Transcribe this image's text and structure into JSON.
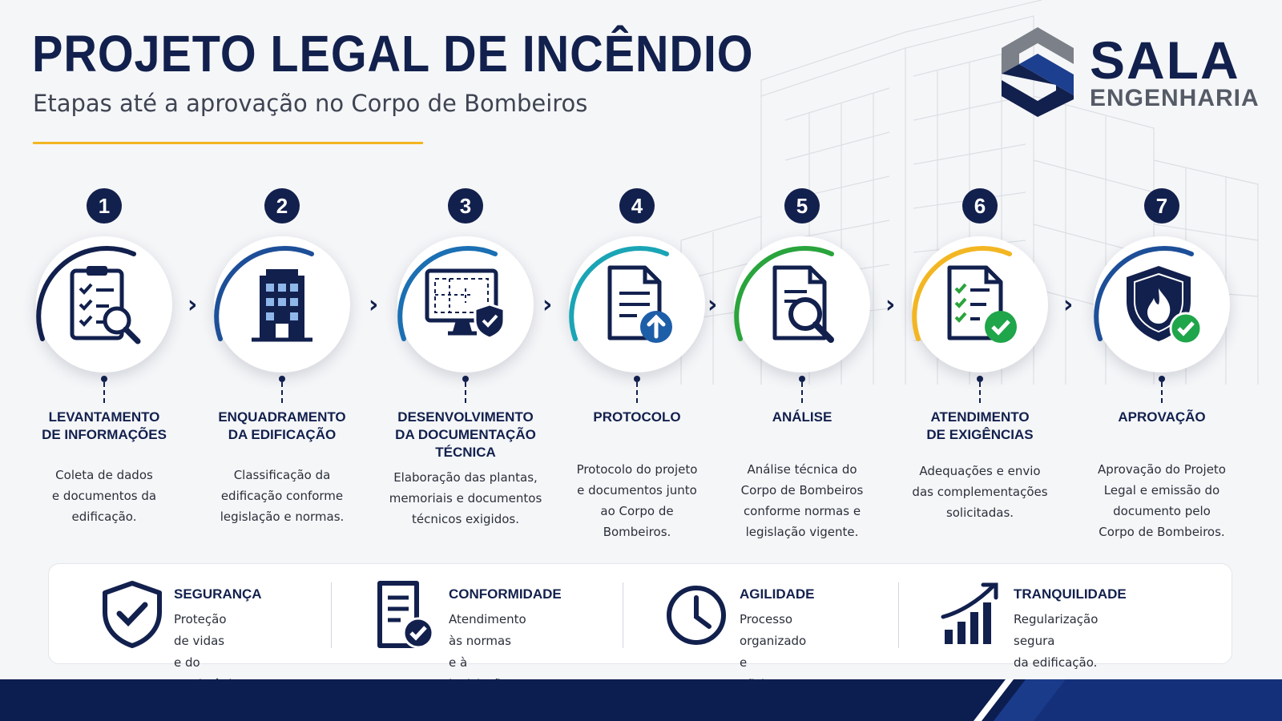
{
  "header": {
    "title": "PROJETO LEGAL DE INCÊNDIO",
    "subtitle": "Etapas até a aprovação no Corpo de Bombeiros"
  },
  "logo": {
    "name": "SALA",
    "sub": "ENGENHARIA"
  },
  "colors": {
    "navy": "#12204d",
    "accent_yellow": "#f3b623",
    "green_check": "#1fa54a",
    "teal": "#1aa5b5",
    "blue": "#1d5ea8",
    "green": "#2aa43c"
  },
  "steps": [
    {
      "number": "1",
      "title": "LEVANTAMENTO\nDE INFORMAÇÕES",
      "description": "Coleta de dados\ne documentos da\nedificação.",
      "icon": "clipboard-search-icon",
      "arc_color": "#12204d"
    },
    {
      "number": "2",
      "title": "ENQUADRAMENTO\nDA EDIFICAÇÃO",
      "description": "Classificação da\nedificação conforme\nlegislação e normas.",
      "icon": "building-icon",
      "arc_color": "#1d4f98"
    },
    {
      "number": "3",
      "title": "DESENVOLVIMENTO\nDA DOCUMENTAÇÃO\nTÉCNICA",
      "description": "Elaboração das plantas,\nmemoriais e documentos\ntécnicos exigidos.",
      "icon": "monitor-shield-icon",
      "arc_color": "#1b6fb3"
    },
    {
      "number": "4",
      "title": "PROTOCOLO",
      "description": "Protocolo do projeto\ne documentos junto\nao Corpo de\nBombeiros.",
      "icon": "document-upload-icon",
      "arc_color": "#1aa5b5"
    },
    {
      "number": "5",
      "title": "ANÁLISE",
      "description": "Análise técnica do\nCorpo de Bombeiros\nconforme normas e\nlegislação vigente.",
      "icon": "document-search-icon",
      "arc_color": "#2aa43c"
    },
    {
      "number": "6",
      "title": "ATENDIMENTO\nDE EXIGÊNCIAS",
      "description": "Adequações e envio\ndas complementações\nsolicitadas.",
      "icon": "checklist-check-icon",
      "arc_color": "#f3b623"
    },
    {
      "number": "7",
      "title": "APROVAÇÃO",
      "description": "Aprovação do Projeto\nLegal e emissão do\ndocumento pelo\nCorpo de Bombeiros.",
      "icon": "fire-shield-check-icon",
      "arc_color": "#1d4f98"
    }
  ],
  "benefits": [
    {
      "title": "SEGURANÇA",
      "description": "Proteção de vidas\ne do patrimônio.",
      "icon": "shield-check-icon"
    },
    {
      "title": "CONFORMIDADE",
      "description": "Atendimento às normas\ne à legislação.",
      "icon": "document-check-icon"
    },
    {
      "title": "AGILIDADE",
      "description": "Processo organizado\ne eficiente.",
      "icon": "clock-icon"
    },
    {
      "title": "TRANQUILIDADE",
      "description": "Regularização segura\nda edificação.",
      "icon": "growth-chart-icon"
    }
  ]
}
